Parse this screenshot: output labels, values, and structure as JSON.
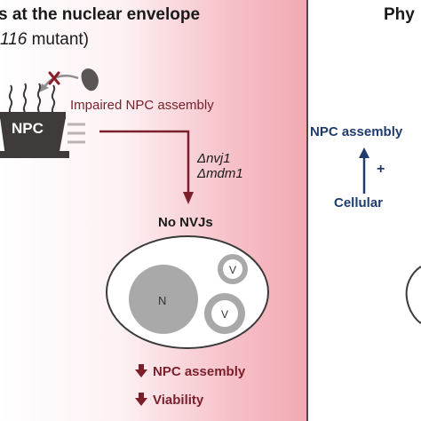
{
  "left_panel": {
    "title": "s at the nuclear envelope",
    "subtitle_italic": "116",
    "subtitle_rest": " mutant)",
    "npc_label": "NPC",
    "impaired_label": "Impaired NPC assembly",
    "deletion_1": "Δnvj1",
    "deletion_2": "Δmdm1",
    "no_nvjs": "No NVJs",
    "nucleus_label": "N",
    "vacuole_label_1": "V",
    "vacuole_label_2": "V",
    "result_1": "NPC assembly",
    "result_2": "Viability",
    "colors": {
      "maroon": "#7a1f2b",
      "pink_end": "#f2a9b2"
    }
  },
  "right_panel": {
    "title": "Phy",
    "npc_assembly": "NPC assembly",
    "plus": "+",
    "cellular": "Cellular",
    "colors": {
      "navy": "#1f3c6e"
    }
  }
}
